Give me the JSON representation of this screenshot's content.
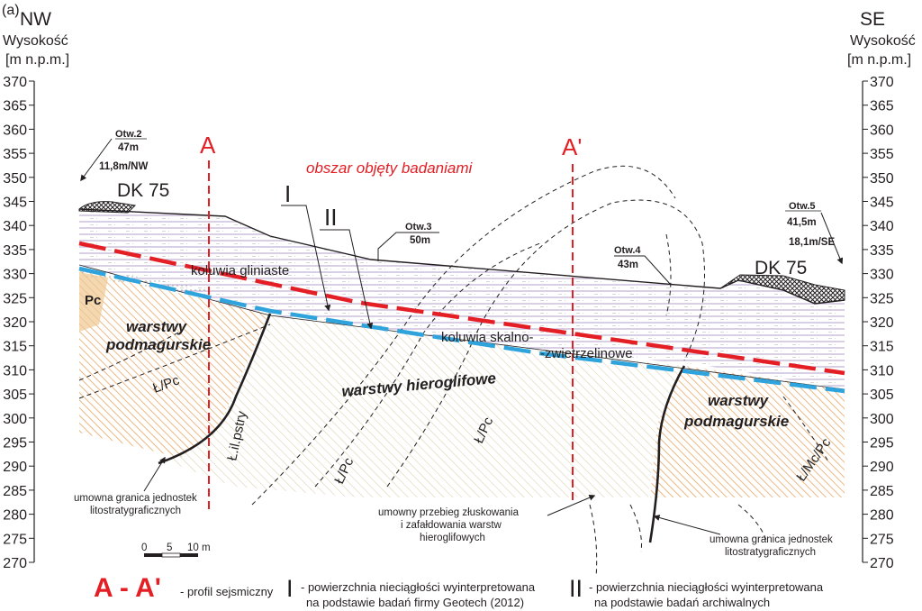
{
  "panel_label": "(a)",
  "left_header": {
    "direction": "NW",
    "title": "Wysokość",
    "unit": "[m n.p.m.]"
  },
  "right_header": {
    "direction": "SE",
    "title": "Wysokość",
    "unit": "[m n.p.m.]"
  },
  "elevation_ticks": [
    "370",
    "365",
    "360",
    "355",
    "350",
    "345",
    "340",
    "335",
    "330",
    "325",
    "320",
    "315",
    "310",
    "305",
    "300",
    "295",
    "290",
    "285",
    "280",
    "275",
    "270"
  ],
  "study_area": "obszar objęty badaniami",
  "profile_a": "A",
  "profile_a_prime": "A'",
  "road_left": "DK 75",
  "road_right": "DK 75",
  "boreholes": {
    "otw2": {
      "name": "Otw.2",
      "depth": "47m",
      "offset": "11,8m/NW"
    },
    "otw3": {
      "name": "Otw.3",
      "depth": "50m"
    },
    "otw4": {
      "name": "Otw.4",
      "depth": "43m"
    },
    "otw5": {
      "name": "Otw.5",
      "depth": "41,5m",
      "offset": "18,1m/SE"
    }
  },
  "surface_i": "I",
  "surface_ii": "II",
  "units": {
    "koluwia_gliniaste": "koluwia gliniaste",
    "koluwia_skalno_1": "koluwia skalno-",
    "koluwia_skalno_2": "-zwietrzelinowe",
    "pc": "Pc",
    "podmag_left_1": "warstwy",
    "podmag_left_2": "podmagurskie",
    "l_pc_left": "Ł/Pc",
    "l_il_pstry": "Ł.il.pstry",
    "hieroglifowe": "warstwy hieroglifowe",
    "l_pc_mid1": "Ł/Pc",
    "l_pc_mid2": "Ł/Pc",
    "podmag_right_1": "warstwy",
    "podmag_right_2": "podmagurskie",
    "l_mc_pc": "Ł/Mc/Pc"
  },
  "annotations": {
    "boundary_left_1": "umowna granica jednostek",
    "boundary_left_2": "litostratygraficznych",
    "thrust_1": "umowny przebieg złuskowania",
    "thrust_2": "i zafałdowania warstw",
    "thrust_3": "hieroglifowych",
    "boundary_right_1": "umowna granica jednostek",
    "boundary_right_2": "litostratygraficznych"
  },
  "scale_bar": {
    "t0": "0",
    "t5": "5",
    "t10": "10 m"
  },
  "legend": {
    "aa_symbol": "A - A'",
    "aa_text": "- profil sejsmiczny",
    "i_symbol": "I",
    "i_text_1": "- powierzchnia nieciągłości wyinterpretowana",
    "i_text_2": "na podstawie badań firmy Geotech (2012)",
    "ii_symbol": "II",
    "ii_text_1": "- powierzchnia nieciągłości wyinterpretowana",
    "ii_text_2": "na podstawie badań archiwalnych"
  },
  "colors": {
    "red": "#e31e24",
    "blue": "#2ea3dc",
    "orange": "#e8a765",
    "stripe": "#c8bbd8"
  }
}
